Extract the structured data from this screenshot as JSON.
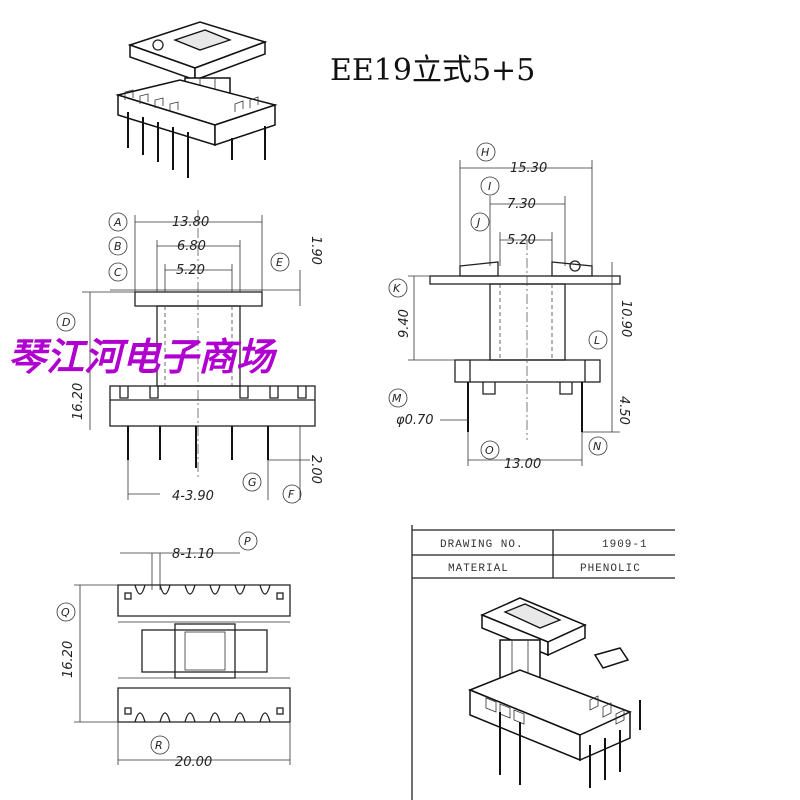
{
  "title": "EE19立式5+5",
  "watermark": "琴江河电子商场",
  "title_block": {
    "drawing_no_label": "DRAWING NO.",
    "drawing_no_value": "1909-1",
    "material_label": "MATERIAL",
    "material_value": "PHENOLIC"
  },
  "front_view": {
    "callouts": [
      "A",
      "B",
      "C",
      "D",
      "E",
      "F",
      "G"
    ],
    "dims": {
      "a": "13.80",
      "b": "6.80",
      "c": "5.20",
      "d": "16.20",
      "e": "1.90",
      "f": "2.00",
      "g": "4-3.90"
    }
  },
  "side_view": {
    "callouts": [
      "H",
      "I",
      "J",
      "K",
      "L",
      "M",
      "N",
      "O"
    ],
    "dims": {
      "h": "15.30",
      "i": "7.30",
      "j": "5.20",
      "k": "9.40",
      "l": "10.90",
      "m": "φ0.70",
      "n": "4.50",
      "o": "13.00"
    }
  },
  "top_view": {
    "callouts": [
      "P",
      "Q",
      "R"
    ],
    "dims": {
      "p": "8-1.10",
      "q": "16.20",
      "r": "20.00"
    }
  },
  "colors": {
    "line": "#222222",
    "watermark": "#b000d0",
    "background": "#ffffff"
  }
}
